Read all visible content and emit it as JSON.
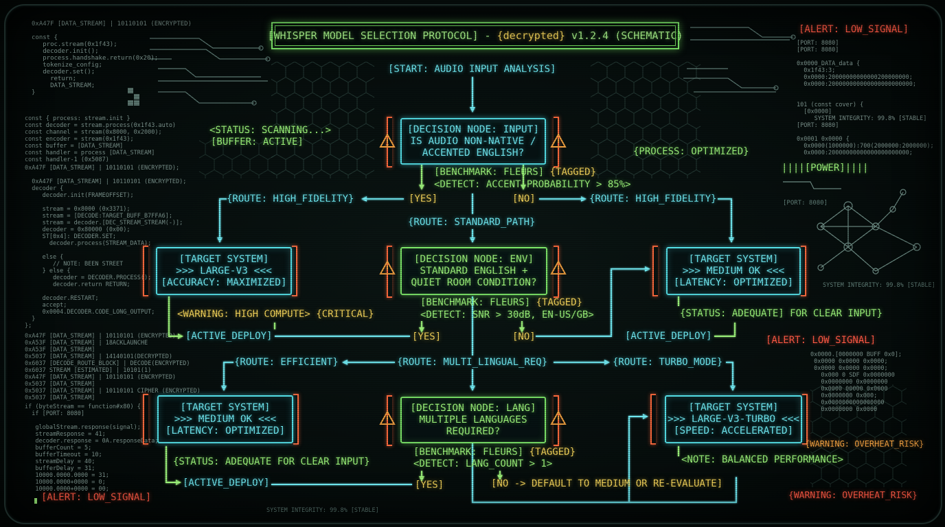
{
  "title": {
    "prefix": "[WHISPER MODEL SELECTION PROTOCOL] - ",
    "highlight": "{decrypted}",
    "suffix": " v1.2.4 (SCHEMATIC)"
  },
  "start": "[START: AUDIO INPUT ANALYSIS]",
  "nodes": {
    "input": [
      "[DECISION NODE: INPUT]",
      "IS AUDIO NON-NATIVE /",
      "ACCENTED ENGLISH?"
    ],
    "env": [
      "[DECISION NODE: ENV]",
      "STANDARD ENGLISH +",
      "QUIET ROOM CONDITION?"
    ],
    "lang": [
      "[DECISION NODE: LANG]",
      "MULTIPLE LANGUAGES",
      "REQUIRED?"
    ]
  },
  "targets": {
    "large_v3": [
      "[TARGET SYSTEM]",
      ">>> LARGE-V3 <<<",
      "[ACCURACY: MAXIMIZED]"
    ],
    "medium_1": [
      "[TARGET SYSTEM]",
      ">>> MEDIUM OK <<<",
      "[LATENCY: OPTIMIZED]"
    ],
    "medium_2": [
      "[TARGET SYSTEM]",
      ">>> MEDIUM OK <<<",
      "[LATENCY: OPTIMIZED]"
    ],
    "turbo": [
      "[TARGET SYSTEM]",
      ">>> LARGE-V3-TURBO <<<",
      "[SPEED: ACCELERATED]"
    ]
  },
  "benchmarks": {
    "b1_line1": "[BENCHMARK: FLEURS]",
    "b1_tag": "{TAGGED}",
    "b1_line2": "<DETECT: ACCENT PROBABILITY > 85%>",
    "b2_line1": "[BENCHMARK: FLEURS]",
    "b2_tag": "{TAGGED}",
    "b2_line2": "<DETECT: SNR > 30dB, EN-US/GB>",
    "b3_line1": "[BENCHMARK: FLEURS]",
    "b3_tag": "{TAGGED}",
    "b3_line2": "<DETECT: LANG_COUNT > 1>"
  },
  "routes": {
    "high_fidelity_left": "{ROUTE: HIGH_FIDELITY}",
    "high_fidelity_right": "{ROUTE: HIGH_FIDELITY}",
    "standard_path": "{ROUTE: STANDARD_PATH}",
    "efficient": "{ROUTE: EFFICIENT}",
    "multi_lingual": "{ROUTE: MULTI_LINGUAL_REQ}",
    "turbo_mode": "{ROUTE: TURBO_MODE}"
  },
  "answers": {
    "yes1": "[YES]",
    "no1": "[NO]",
    "yes2": "[YES]",
    "no2": "[NO]",
    "yes3": "[YES]",
    "no3": "[NO -> DEFAULT TO MEDIUM OR RE-EVALUATE]"
  },
  "notes": {
    "warning_compute": "<WARNING: HIGH COMPUTE>",
    "critical": "{CRITICAL}",
    "active_deploy_1": "[ACTIVE_DEPLOY]",
    "status_adequate_1": "{STATUS: ADEQUATE] FOR CLEAR INPUT}",
    "active_deploy_2": "[ACTIVE_DEPLOY]",
    "status_adequate_2": "{STATUS: ADEQUATE FOR CLEAR INPUT}",
    "active_deploy_3": "[ACTIVE_DEPLOY]",
    "note_balanced": "<NOTE: BALANCED PERFORMANCE>"
  },
  "side": {
    "status_scanning": "<STATUS: SCANNING...>",
    "buffer_active": "[BUFFER: ACTIVE]",
    "process_optimized": "{PROCESS: OPTIMIZED}",
    "power": "||||[POWER]||||",
    "port_8080": "[PORT: 8080]",
    "system_integrity_right": "SYSTEM INTEGRITY: 99.8% [STABLE]",
    "system_integrity_bottom": "SYSTEM INTEGRITY: 99.8% [STABLE]",
    "alert_top": "[ALERT: LOW_SIGNAL]",
    "alert_mid": "[ALERT: LOW_SIGNAL]",
    "alert_bottom": "[ALERT: LOW_SIGNAL]",
    "warning_overheat_1": "{WARNING: OVERHEAT_RISK}",
    "warning_overheat_2": "{WARNING: OVERHEAT_RISK}"
  },
  "code": {
    "left_a": "0xA47F [DATA_STREAM] | 10110101 (ENCRYPTED)\n\nconst {\n   proc.stream(0x1f43);\n   decoder.init();\n   process.handshake.return(0x20);\n   tokenize_config;\n   decoder.set();\n     return;\n     DATA_STREAM;\n}",
    "left_b": "const { process: stream.init }\nconst decoder = stream.process(0x1f43.auto)\nconst channel = stream(0x8000, 0x2000);\nconst encoder = stream(0x1f43);\nconst buffer = [DATA_STREAM]\nconst handler = process [DATA_STREAM]\nconst handler-1 (0x5087)",
    "left_c": "0xA47F [DATA_STREAM] | 10110101 (ENCRYPTED);\n\n  0xA47F [DATA_STREAM] | 10110101 (ENCRYPTED);\n  decoder {\n     decoder.init(FRAMEOFFSET);\n\n     stream = 0x8000 (0x3371);\n     stream = [DECODE:TARGET_BUFF_B7FFA6];\n     stream = decoder.[DEC_STREAM_STREAM(-)];\n     decoder = 0x80000 (0x00);\n     ST[0x4]: DECODER.SET;\n       decoder.process(STREAM_DATA);\n\n     else {\n        // NOTE: BEEN STREET\n     } else {\n        decoder = DECODER.PROCESS();\n        decoder.return RETURN;\n\n     decoder.RESTART;\n     accept;\n     0x0004.DECODER.CODE_LONG_OUTPUT;\n  }\n};",
    "left_d": "0xA47F [DATA_STREAM] | 10110101 (ENCRYPTED)\n0xA53F [DATA_STREAM] | 18ACKLAUNCHE\n0xA53F [DATA_STREAM]\n0x5037 [DATA_STREAM] | 14140101(DECRYPTED)\n0x6037 [DECODE_ROUTE_BLOCK] | DECODE(ENCRYPTED)\n0x6037 STREAM [ESTIMATED] | 10101(1)\n0xA47F [DATA_STREAM] | 10110101 (ENCRYPTED)\n0x5037 [DATA_STREAM]\n0x5037 [DATA_STREAM] | 10110101 CIPHER (ENCRYPTED)\n0x5037 [DATA_STREAM]",
    "left_e": "if (byteStream == function#x80) {\n  if [PORT: 8080]\n\n   globalStream.response(signal);\n   streamResponse = 41;\n   decoder.response = 0A.responseData;\n   bufferCount = 5;\n   bufferTimeout = 10;\n   streamDelay = 40;\n   bufferDelay = 31;\n   10000.0000.0000 = 31;\n   10000.0000+0000 = 0;\n   10000.0000+0000 = 00;",
    "right_a": "[PORT: 8080]\n[PORT: 8080]\n\n0x0000_DATA_data {\n  0x1f43:3;\n  0x0000:20000000000000200000000;\n  0x0000:200000000000000000000000;\n\n\n101 (const cover) {\n  [0x0000]\n     SYSTEM INTEGRITY: 99.8% [STABLE]\n[PORT: 8080]\n\n0x0001 0x0000 {\n  0x0000(1000000):700(2000000:2000000);\n  0x0000:20000000000000000000000;",
    "right_b": "0x0000.[0000000 BUFF 0x0];\n 0x0000 0x0000 0x0000;\n 0x0000 0x0000 0x0000;\n   0x000 0 SDF 0x0000000\n   0x0000000 0x0000000\n   0x0000 00000 0x0000\n   0x0000000 0x000;\n   0x0000000000000000\n   0x0000000 0x0000"
  }
}
